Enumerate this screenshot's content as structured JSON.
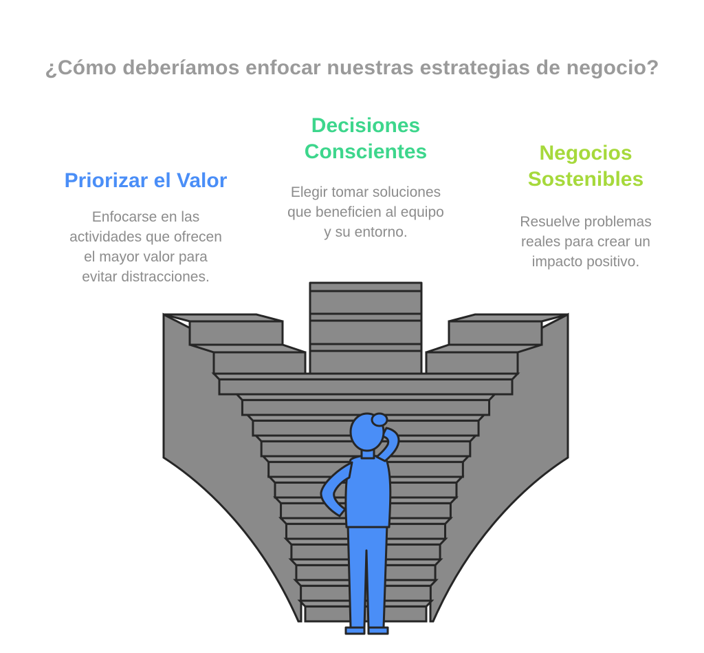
{
  "title": "¿Cómo deberíamos enfocar nuestras estrategias de negocio?",
  "sections": [
    {
      "heading": [
        "Priorizar el Valor"
      ],
      "description": [
        "Enfocarse en las",
        "actividades que ofrecen",
        "el mayor valor para",
        "evitar distracciones."
      ],
      "color": "#4a8ef7"
    },
    {
      "heading": [
        "Decisiones",
        "Conscientes"
      ],
      "description": [
        "Elegir tomar soluciones",
        "que beneficien al equipo",
        "y su entorno."
      ],
      "color": "#3dd68c"
    },
    {
      "heading": [
        "Negocios",
        "Sostenibles"
      ],
      "description": [
        "Resuelve problemas",
        "reales para crear un",
        "impacto positivo."
      ],
      "color": "#a6d93b"
    }
  ],
  "illustration": {
    "stair_color": "#8a8a8a",
    "stair_top_color": "#939393",
    "outline_color": "#262626",
    "person_color": "#4a8ef7"
  }
}
